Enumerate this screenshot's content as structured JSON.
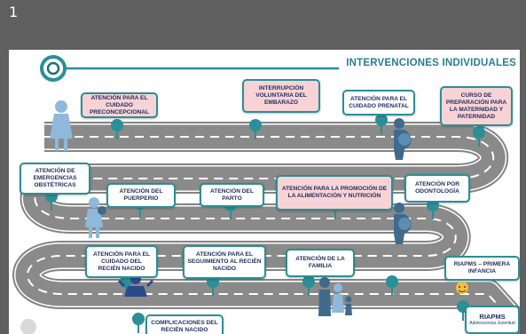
{
  "slide_number": "1",
  "header": {
    "title": "INTERVENCIONES INDIVIDUALES",
    "logo_icon": "road-start-icon"
  },
  "colors": {
    "accent": "#2a8f97",
    "title": "#2a7e8e",
    "highlight": "#f7d3d6",
    "road": "#7f7f7f",
    "text": "#1f2c5c"
  },
  "interventions": [
    {
      "id": "preconcepcional",
      "label": "ATENCIÓN PARA EL CUIDADO PRECONCEPCIONAL",
      "highlight": true
    },
    {
      "id": "ive",
      "label": "INTERRUPCIÓN VOLUNTARIA DEL EMBARAZO",
      "highlight": true
    },
    {
      "id": "prenatal",
      "label": "ATENCIÓN PARA EL CUIDADO PRENATAL",
      "highlight": false
    },
    {
      "id": "preparacion",
      "label": "CURSO DE PREPARACIÓN PARA LA MATERNIDAD Y PATERNIDAD",
      "highlight": true
    },
    {
      "id": "emergencias",
      "label": "ATENCIÓN DE EMERGENCIAS OBSTÉTRICAS",
      "highlight": false
    },
    {
      "id": "puerperio",
      "label": "ATENCIÓN DEL PUERPERIO",
      "highlight": false
    },
    {
      "id": "parto",
      "label": "ATENCIÓN DEL PARTO",
      "highlight": false
    },
    {
      "id": "nutricion",
      "label": "ATENCIÓN PARA LA PROMOCIÓN DE LA ALIMENTACIÓN Y NUTRICIÓN",
      "highlight": true
    },
    {
      "id": "odontologia",
      "label": "ATENCIÓN POR ODONTOLOGÍA",
      "highlight": false
    },
    {
      "id": "recien_nacido",
      "label": "ATENCIÓN PARA EL CUIDADO DEL RECIÉN NACIDO",
      "highlight": false
    },
    {
      "id": "seguimiento",
      "label": "ATENCIÓN PARA EL SEGUIMIENTO AL RECIÉN NACIDO",
      "highlight": false
    },
    {
      "id": "familia",
      "label": "ATENCIÓN DE LA FAMILIA",
      "highlight": false
    },
    {
      "id": "riapms_infancia",
      "label": "RIAPMS – PRIMERA INFANCIA",
      "highlight": false
    },
    {
      "id": "complicaciones",
      "label": "COMPLICACIONES DEL RECIÉN NACIDO",
      "highlight": false
    },
    {
      "id": "riapms_adolescencia",
      "label": "RIAPMS",
      "sublabel": "Adolescencia Juventud",
      "highlight": false
    }
  ],
  "figures": [
    {
      "id": "woman",
      "icon": "woman-icon"
    },
    {
      "id": "pregnant-1",
      "icon": "pregnant-woman-icon"
    },
    {
      "id": "pregnant-2",
      "icon": "pregnant-woman-icon"
    },
    {
      "id": "mother-baby",
      "icon": "mother-with-baby-icon"
    },
    {
      "id": "baby",
      "icon": "baby-icon"
    },
    {
      "id": "family",
      "icon": "family-icon"
    },
    {
      "id": "infant-face",
      "icon": "infant-face-icon"
    }
  ]
}
